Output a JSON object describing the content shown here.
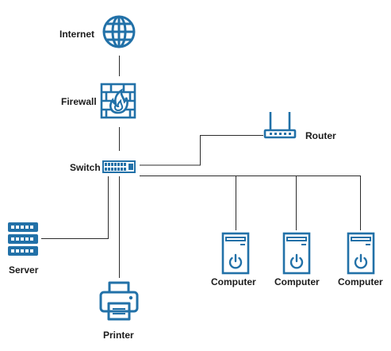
{
  "colors": {
    "icon": "#2271a8",
    "line": "#2b2b2b",
    "background": "#ffffff"
  },
  "nodes": {
    "internet": {
      "label": "Internet",
      "icon": "globe-icon"
    },
    "firewall": {
      "label": "Firewall",
      "icon": "firewall-icon"
    },
    "router": {
      "label": "Router",
      "icon": "router-icon"
    },
    "switch": {
      "label": "Switch",
      "icon": "switch-icon"
    },
    "server": {
      "label": "Server",
      "icon": "server-rack-icon"
    },
    "printer": {
      "label": "Printer",
      "icon": "printer-icon"
    },
    "computers": [
      {
        "label": "Computer",
        "icon": "computer-tower-icon"
      },
      {
        "label": "Computer",
        "icon": "computer-tower-icon"
      },
      {
        "label": "Computer",
        "icon": "computer-tower-icon"
      }
    ]
  },
  "connections": [
    [
      "internet",
      "firewall"
    ],
    [
      "firewall",
      "switch"
    ],
    [
      "switch",
      "router"
    ],
    [
      "switch",
      "server"
    ],
    [
      "switch",
      "printer"
    ],
    [
      "switch",
      "computer-1"
    ],
    [
      "switch",
      "computer-2"
    ],
    [
      "switch",
      "computer-3"
    ]
  ]
}
